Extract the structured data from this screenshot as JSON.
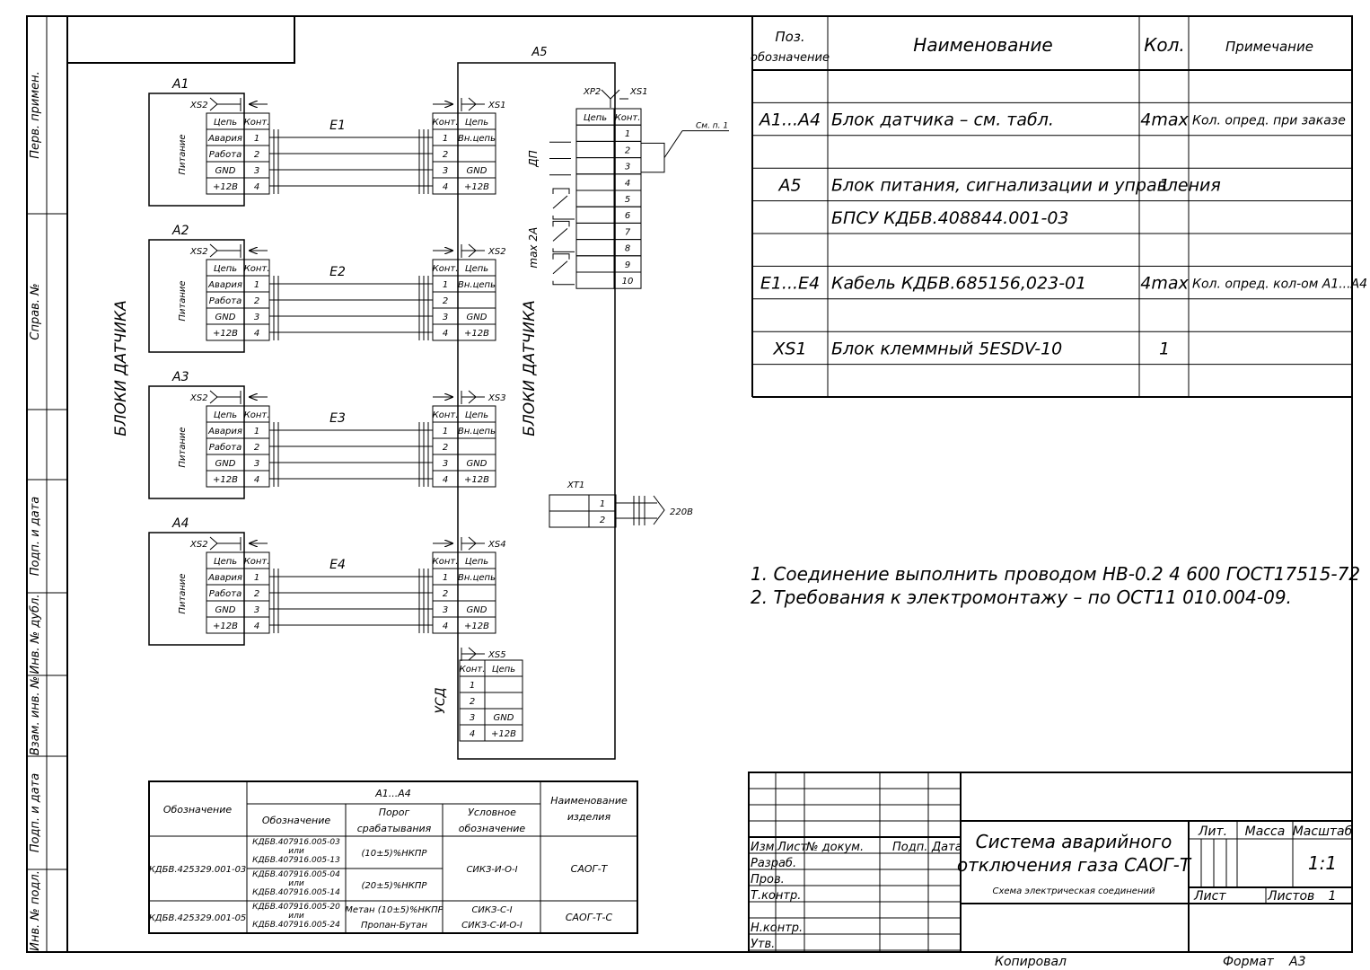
{
  "frame": {
    "side_stamps": [
      "Перв. примен.",
      "Справ. №",
      "Подп. и дата",
      "Инв. № дубл.",
      "Взам. инв. №",
      "Подп. и дата",
      "Инв. № подл."
    ]
  },
  "sensors": {
    "group_label": "БЛОКИ ДАТЧИКА",
    "power_label": "Питание",
    "col_circuit": "Цепь",
    "col_contact": "Конт.",
    "rows": [
      {
        "circuit": "Авария",
        "num": "1"
      },
      {
        "circuit": "Работа",
        "num": "2"
      },
      {
        "circuit": "GND",
        "num": "3"
      },
      {
        "circuit": "+12В",
        "num": "4"
      }
    ],
    "blocks": [
      {
        "id": "A1",
        "plug": "XS2",
        "cable": "E1",
        "socket": "XS1"
      },
      {
        "id": "A2",
        "plug": "XS2",
        "cable": "E2",
        "socket": "XS2"
      },
      {
        "id": "A3",
        "plug": "XS2",
        "cable": "E3",
        "socket": "XS3"
      },
      {
        "id": "A4",
        "plug": "XS2",
        "cable": "E4",
        "socket": "XS4"
      }
    ]
  },
  "a5": {
    "id": "A5",
    "group_label": "БЛОКИ ДАТЧИКА",
    "in_rows": [
      {
        "num": "1",
        "circuit": "Вн.цепь"
      },
      {
        "num": "2",
        "circuit": ""
      },
      {
        "num": "3",
        "circuit": "GND"
      },
      {
        "num": "4",
        "circuit": "+12В"
      }
    ],
    "xs5": {
      "label": "XS5",
      "usd": "УСД",
      "rows": [
        {
          "num": "1",
          "circuit": ""
        },
        {
          "num": "2",
          "circuit": ""
        },
        {
          "num": "3",
          "circuit": "GND"
        },
        {
          "num": "4",
          "circuit": "+12В"
        }
      ]
    },
    "xp2": {
      "label_xp": "XP2",
      "label_xs": "XS1",
      "nums": [
        "1",
        "2",
        "3",
        "4",
        "5",
        "6",
        "7",
        "8",
        "9",
        "10"
      ],
      "dp_label": "ДП",
      "max_label": "max 2А",
      "note_ref": "См. п. 1"
    },
    "xt1": {
      "label": "XT1",
      "nums": [
        "1",
        "2"
      ],
      "voltage": "220В"
    }
  },
  "spec": {
    "headers": {
      "pos": "Поз. обозначение",
      "name": "Наименование",
      "qty": "Кол.",
      "note": "Примечание"
    },
    "rows": [
      {
        "pos": "",
        "name": "",
        "qty": "",
        "note": ""
      },
      {
        "pos": "А1...А4",
        "name": "Блок датчика – см. табл.",
        "qty": "4max",
        "note": "Кол. опред. при заказе"
      },
      {
        "pos": "",
        "name": "",
        "qty": "",
        "note": ""
      },
      {
        "pos": "А5",
        "name": "Блок питания, сигнализации и управления",
        "qty": "1",
        "note": ""
      },
      {
        "pos": "",
        "name": "БПСУ    КДБВ.408844.001-03",
        "qty": "",
        "note": ""
      },
      {
        "pos": "",
        "name": "",
        "qty": "",
        "note": ""
      },
      {
        "pos": "Е1...Е4",
        "name": "Кабель КДБВ.685156,023-01",
        "qty": "4max",
        "note": "Кол. опред. кол-ом А1...А4"
      },
      {
        "pos": "",
        "name": "",
        "qty": "",
        "note": ""
      },
      {
        "pos": "XS1",
        "name": "Блок клеммный 5ESDV-10",
        "qty": "1",
        "note": ""
      },
      {
        "pos": "",
        "name": "",
        "qty": "",
        "note": ""
      }
    ]
  },
  "notes": [
    "1. Соединение выполнить проводом НВ-0.2 4 600 ГОСТ17515-72",
    "2. Требования к электромонтажу – по ОСТ11 010.004-09."
  ],
  "variants": {
    "headers": {
      "designation": "Обозначение",
      "group": "А1...А4",
      "sub_designation": "Обозначение",
      "threshold": "Порог срабатывания",
      "symbol": "Условное обозначение",
      "product": "Наименование изделия"
    },
    "rows": [
      {
        "designation": "КДБВ.425329.001-03",
        "sub": [
          {
            "design": [
              "КДБВ.407916.005-03",
              "или",
              "КДБВ.407916.005-13"
            ],
            "threshold": "(10±5)%НКПР"
          },
          {
            "design": [
              "КДБВ.407916.005-04",
              "или",
              "КДБВ.407916.005-14"
            ],
            "threshold": "(20±5)%НКПР"
          }
        ],
        "symbol": [
          "СИКЗ-И-О-I"
        ],
        "product": "САОГ-Т"
      },
      {
        "designation": "КДБВ.425329.001-05",
        "sub": [
          {
            "design": [
              "КДБВ.407916.005-20",
              "или",
              "КДБВ.407916.005-24"
            ],
            "threshold": [
              "Метан (10±5)%НКПР",
              "Пропан-Бутан"
            ]
          }
        ],
        "symbol": [
          "СИКЗ-С-I",
          "СИКЗ-С-И-О-I"
        ],
        "product": "САОГ-Т-С"
      }
    ]
  },
  "title_block": {
    "rev_headers": [
      "Изм.",
      "Лист",
      "№ докум.",
      "Подп.",
      "Дата"
    ],
    "roles": [
      "Разраб.",
      "Пров.",
      "Т.контр.",
      "",
      "Н.контр.",
      "Утв."
    ],
    "title": [
      "Система аварийного",
      "отключения газа САОГ-Т"
    ],
    "subtitle": "Схема электрическая соединений",
    "lit": "Лит.",
    "mass": "Масса",
    "scale_label": "Масштаб",
    "scale": "1:1",
    "sheet": "Лист",
    "sheets": "Листов",
    "sheets_value": "1",
    "copied": "Копировал",
    "format": "Формат",
    "format_value": "А3"
  }
}
